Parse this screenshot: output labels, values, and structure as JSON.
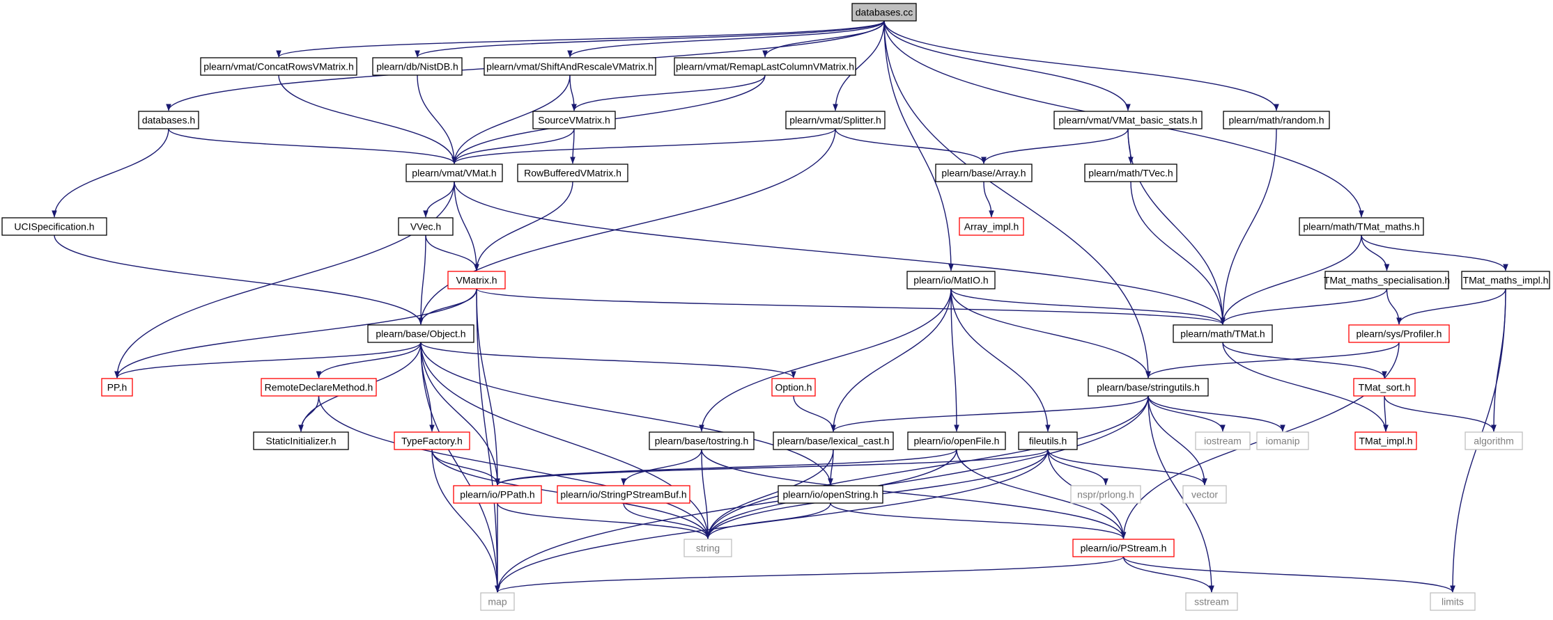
{
  "diagram": {
    "colors": {
      "edge": "#191970",
      "root_fill": "#bfbfbf",
      "node_border": "#000000",
      "truncated_border": "#ff0000",
      "external_border": "#bfbfbf",
      "external_text": "#7f7f7f"
    },
    "nodes": [
      {
        "id": "root",
        "label": "databases.cc",
        "kind": "root"
      },
      {
        "id": "concat",
        "label": "plearn/vmat/ConcatRowsVMatrix.h",
        "kind": "normal"
      },
      {
        "id": "nistdb",
        "label": "plearn/db/NistDB.h",
        "kind": "normal"
      },
      {
        "id": "shiftrescale",
        "label": "plearn/vmat/ShiftAndRescaleVMatrix.h",
        "kind": "normal"
      },
      {
        "id": "remap",
        "label": "plearn/vmat/RemapLastColumnVMatrix.h",
        "kind": "normal"
      },
      {
        "id": "databases_h",
        "label": "databases.h",
        "kind": "normal"
      },
      {
        "id": "sourcevm",
        "label": "SourceVMatrix.h",
        "kind": "normal"
      },
      {
        "id": "splitter",
        "label": "plearn/vmat/Splitter.h",
        "kind": "normal"
      },
      {
        "id": "basicstats",
        "label": "plearn/vmat/VMat_basic_stats.h",
        "kind": "normal"
      },
      {
        "id": "random",
        "label": "plearn/math/random.h",
        "kind": "normal"
      },
      {
        "id": "vmat",
        "label": "plearn/vmat/VMat.h",
        "kind": "normal"
      },
      {
        "id": "rowbuf",
        "label": "RowBufferedVMatrix.h",
        "kind": "normal"
      },
      {
        "id": "array",
        "label": "plearn/base/Array.h",
        "kind": "normal"
      },
      {
        "id": "tvec",
        "label": "plearn/math/TVec.h",
        "kind": "normal"
      },
      {
        "id": "uci",
        "label": "UCISpecification.h",
        "kind": "normal"
      },
      {
        "id": "vvec",
        "label": "VVec.h",
        "kind": "normal"
      },
      {
        "id": "arrayimpl",
        "label": "Array_impl.h",
        "kind": "truncated"
      },
      {
        "id": "tmatmaths",
        "label": "plearn/math/TMat_maths.h",
        "kind": "normal"
      },
      {
        "id": "vmatrix",
        "label": "VMatrix.h",
        "kind": "truncated"
      },
      {
        "id": "matio",
        "label": "plearn/io/MatIO.h",
        "kind": "normal"
      },
      {
        "id": "tmatspec",
        "label": "TMat_maths_specialisation.h",
        "kind": "normal"
      },
      {
        "id": "tmatmathsimpl",
        "label": "TMat_maths_impl.h",
        "kind": "normal"
      },
      {
        "id": "object",
        "label": "plearn/base/Object.h",
        "kind": "normal"
      },
      {
        "id": "tmat",
        "label": "plearn/math/TMat.h",
        "kind": "normal"
      },
      {
        "id": "profiler",
        "label": "plearn/sys/Profiler.h",
        "kind": "truncated"
      },
      {
        "id": "pp",
        "label": "PP.h",
        "kind": "truncated"
      },
      {
        "id": "remotedecl",
        "label": "RemoteDeclareMethod.h",
        "kind": "truncated"
      },
      {
        "id": "option",
        "label": "Option.h",
        "kind": "truncated"
      },
      {
        "id": "stringutils",
        "label": "plearn/base/stringutils.h",
        "kind": "normal"
      },
      {
        "id": "tmatsort",
        "label": "TMat_sort.h",
        "kind": "truncated"
      },
      {
        "id": "staticinit",
        "label": "StaticInitializer.h",
        "kind": "normal"
      },
      {
        "id": "typefactory",
        "label": "TypeFactory.h",
        "kind": "truncated"
      },
      {
        "id": "tostring",
        "label": "plearn/base/tostring.h",
        "kind": "normal"
      },
      {
        "id": "lexcast",
        "label": "plearn/base/lexical_cast.h",
        "kind": "normal"
      },
      {
        "id": "openfile",
        "label": "plearn/io/openFile.h",
        "kind": "normal"
      },
      {
        "id": "fileutils",
        "label": "fileutils.h",
        "kind": "normal"
      },
      {
        "id": "iostream",
        "label": "iostream",
        "kind": "external"
      },
      {
        "id": "iomanip",
        "label": "iomanip",
        "kind": "external"
      },
      {
        "id": "tmatimpl",
        "label": "TMat_impl.h",
        "kind": "truncated"
      },
      {
        "id": "algorithm",
        "label": "algorithm",
        "kind": "external"
      },
      {
        "id": "ppath",
        "label": "plearn/io/PPath.h",
        "kind": "truncated"
      },
      {
        "id": "spsbuf",
        "label": "plearn/io/StringPStreamBuf.h",
        "kind": "truncated"
      },
      {
        "id": "openstring",
        "label": "plearn/io/openString.h",
        "kind": "normal"
      },
      {
        "id": "prlong",
        "label": "nspr/prlong.h",
        "kind": "external"
      },
      {
        "id": "vector",
        "label": "vector",
        "kind": "external"
      },
      {
        "id": "string",
        "label": "string",
        "kind": "external"
      },
      {
        "id": "pstream",
        "label": "plearn/io/PStream.h",
        "kind": "truncated"
      },
      {
        "id": "map",
        "label": "map",
        "kind": "external"
      },
      {
        "id": "sstream",
        "label": "sstream",
        "kind": "external"
      },
      {
        "id": "limits",
        "label": "limits",
        "kind": "external"
      }
    ],
    "edges": [
      [
        "root",
        "concat"
      ],
      [
        "root",
        "nistdb"
      ],
      [
        "root",
        "shiftrescale"
      ],
      [
        "root",
        "remap"
      ],
      [
        "root",
        "databases_h"
      ],
      [
        "root",
        "splitter"
      ],
      [
        "root",
        "basicstats"
      ],
      [
        "root",
        "random"
      ],
      [
        "root",
        "tmatmaths"
      ],
      [
        "root",
        "matio"
      ],
      [
        "root",
        "stringutils"
      ],
      [
        "concat",
        "vmat"
      ],
      [
        "nistdb",
        "vmat"
      ],
      [
        "shiftrescale",
        "vmat"
      ],
      [
        "shiftrescale",
        "sourcevm"
      ],
      [
        "remap",
        "vmat"
      ],
      [
        "remap",
        "sourcevm"
      ],
      [
        "databases_h",
        "vmat"
      ],
      [
        "databases_h",
        "uci"
      ],
      [
        "sourcevm",
        "vmat"
      ],
      [
        "sourcevm",
        "rowbuf"
      ],
      [
        "splitter",
        "vmat"
      ],
      [
        "splitter",
        "array"
      ],
      [
        "splitter",
        "object"
      ],
      [
        "basicstats",
        "array"
      ],
      [
        "basicstats",
        "tvec"
      ],
      [
        "basicstats",
        "tmat"
      ],
      [
        "random",
        "tmat"
      ],
      [
        "vmat",
        "vvec"
      ],
      [
        "vmat",
        "vmatrix"
      ],
      [
        "vmat",
        "pp"
      ],
      [
        "vmat",
        "tmat"
      ],
      [
        "rowbuf",
        "vmatrix"
      ],
      [
        "array",
        "arrayimpl"
      ],
      [
        "tvec",
        "tmat"
      ],
      [
        "uci",
        "object"
      ],
      [
        "vvec",
        "vmatrix"
      ],
      [
        "vvec",
        "object"
      ],
      [
        "tmatmaths",
        "tmat"
      ],
      [
        "tmatmaths",
        "tmatspec"
      ],
      [
        "tmatmaths",
        "tmatmathsimpl"
      ],
      [
        "vmatrix",
        "object"
      ],
      [
        "vmatrix",
        "tmat"
      ],
      [
        "vmatrix",
        "pp"
      ],
      [
        "vmatrix",
        "map"
      ],
      [
        "vmatrix",
        "ppath"
      ],
      [
        "matio",
        "tmat"
      ],
      [
        "matio",
        "stringutils"
      ],
      [
        "matio",
        "tostring"
      ],
      [
        "matio",
        "lexcast"
      ],
      [
        "matio",
        "openfile"
      ],
      [
        "matio",
        "fileutils"
      ],
      [
        "tmatspec",
        "tmat"
      ],
      [
        "tmatspec",
        "profiler"
      ],
      [
        "tmatmathsimpl",
        "profiler"
      ],
      [
        "tmatmathsimpl",
        "algorithm"
      ],
      [
        "tmatmathsimpl",
        "limits"
      ],
      [
        "object",
        "pp"
      ],
      [
        "object",
        "remotedecl"
      ],
      [
        "object",
        "option"
      ],
      [
        "object",
        "staticinit"
      ],
      [
        "object",
        "typefactory"
      ],
      [
        "object",
        "ppath"
      ],
      [
        "object",
        "openstring"
      ],
      [
        "object",
        "string"
      ],
      [
        "object",
        "map"
      ],
      [
        "tmat",
        "tmatsort"
      ],
      [
        "tmat",
        "tmatimpl"
      ],
      [
        "profiler",
        "stringutils"
      ],
      [
        "profiler",
        "pstream"
      ],
      [
        "remotedecl",
        "staticinit"
      ],
      [
        "remotedecl",
        "string"
      ],
      [
        "option",
        "lexcast"
      ],
      [
        "stringutils",
        "lexcast"
      ],
      [
        "stringutils",
        "iostream"
      ],
      [
        "stringutils",
        "iomanip"
      ],
      [
        "stringutils",
        "vector"
      ],
      [
        "stringutils",
        "string"
      ],
      [
        "stringutils",
        "map"
      ],
      [
        "stringutils",
        "sstream"
      ],
      [
        "tmatsort",
        "tmatimpl"
      ],
      [
        "tmatsort",
        "algorithm"
      ],
      [
        "typefactory",
        "ppath"
      ],
      [
        "typefactory",
        "string"
      ],
      [
        "typefactory",
        "map"
      ],
      [
        "tostring",
        "spsbuf"
      ],
      [
        "tostring",
        "string"
      ],
      [
        "tostring",
        "pstream"
      ],
      [
        "lexcast",
        "openstring"
      ],
      [
        "lexcast",
        "string"
      ],
      [
        "openfile",
        "ppath"
      ],
      [
        "openfile",
        "string"
      ],
      [
        "openfile",
        "pstream"
      ],
      [
        "fileutils",
        "ppath"
      ],
      [
        "fileutils",
        "prlong"
      ],
      [
        "fileutils",
        "vector"
      ],
      [
        "fileutils",
        "string"
      ],
      [
        "fileutils",
        "pstream"
      ],
      [
        "fileutils",
        "map"
      ],
      [
        "ppath",
        "string"
      ],
      [
        "ppath",
        "map"
      ],
      [
        "spsbuf",
        "string"
      ],
      [
        "openstring",
        "string"
      ],
      [
        "openstring",
        "pstream"
      ],
      [
        "pstream",
        "map"
      ],
      [
        "pstream",
        "sstream"
      ],
      [
        "pstream",
        "limits"
      ]
    ]
  }
}
